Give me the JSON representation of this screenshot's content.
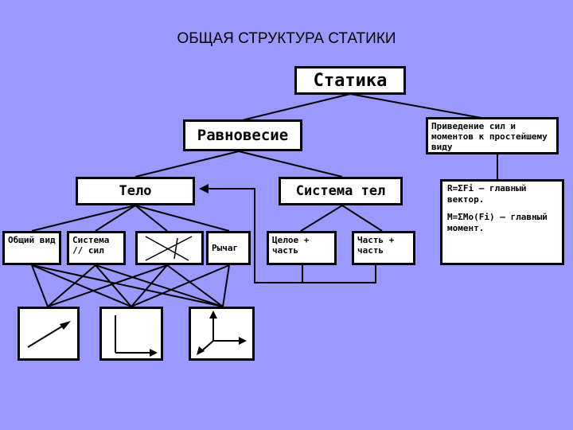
{
  "title": "ОБЩАЯ СТРУКТУРА СТАТИКИ",
  "nodes": {
    "statika": "Статика",
    "ravnovesie": "Равновесие",
    "privedenie": "Приведение сил и моментов к простейшему виду",
    "telo": "Тело",
    "sistema_tel": "Система тел",
    "glavny_vektor": "R=ΣFi – главный вектор.",
    "glavny_moment": "M=ΣMo(Fi) – главный момент.",
    "obshchy_vid": "Общий вид",
    "sistema_sil": "Система // сил",
    "rychag": "Рычаг",
    "celoe": "Целое + часть",
    "chast": "Часть + часть"
  }
}
